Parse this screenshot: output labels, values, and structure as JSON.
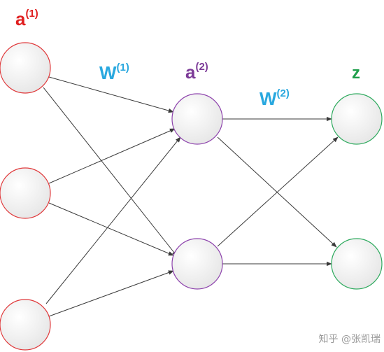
{
  "colors": {
    "input_stroke": "#e0393b",
    "hidden_stroke": "#8e44ad",
    "output_stroke": "#2eaa5e",
    "input_label": "#e02020",
    "hidden_label": "#7d3c98",
    "output_label": "#1e9e4a",
    "weight_label": "#29a8df",
    "edge": "#3a3a3a",
    "node_fill_light": "#ffffff",
    "node_fill_dark": "#e6e6e6"
  },
  "labels": {
    "input_base": "a",
    "input_sup": "(1)",
    "hidden_base": "a",
    "hidden_sup": "(2)",
    "output": "z",
    "w1_base": "W",
    "w1_sup": "(1)",
    "w2_base": "W",
    "w2_sup": "(2)"
  },
  "watermark": "知乎 @张凯瑞"
}
